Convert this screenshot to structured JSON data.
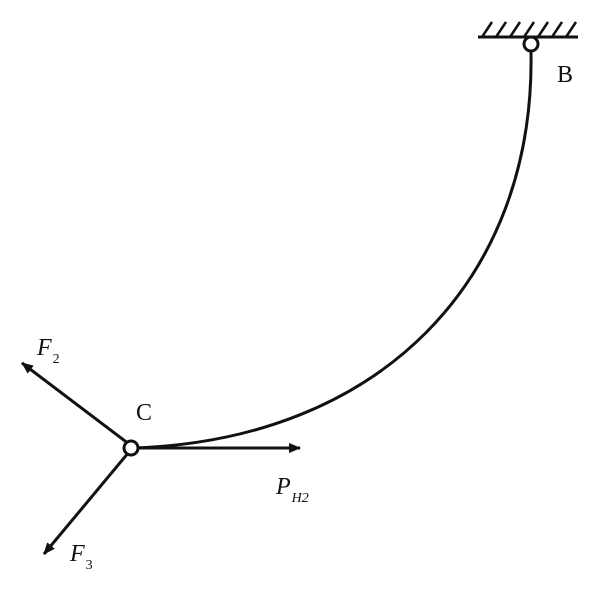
{
  "diagram": {
    "labels": {
      "point_b": "B",
      "point_c": "C",
      "force_f2": {
        "main": "F",
        "sub": "2"
      },
      "force_f3": {
        "main": "F",
        "sub": "3"
      },
      "force_ph2": {
        "main": "P",
        "sub": "H2"
      }
    },
    "colors": {
      "stroke": "#111111",
      "background": "#ffffff"
    }
  }
}
